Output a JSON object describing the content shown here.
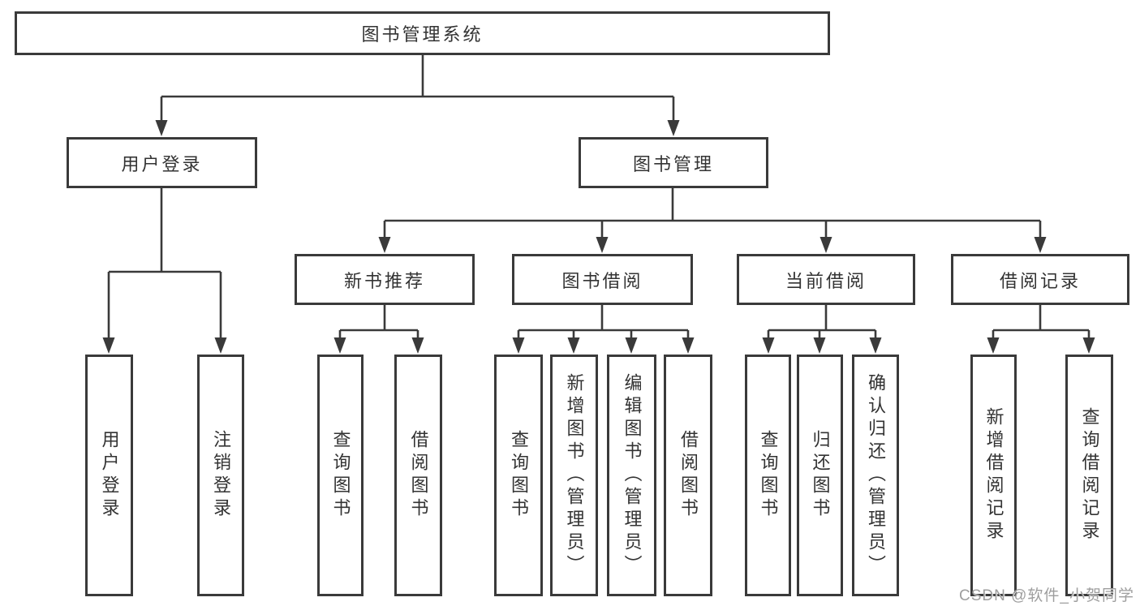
{
  "diagram": {
    "title": "图书管理系统",
    "root": {
      "label": "图书管理系统"
    },
    "level2": [
      {
        "label": "用户登录"
      },
      {
        "label": "图书管理"
      }
    ],
    "level3": [
      {
        "label": "新书推荐"
      },
      {
        "label": "图书借阅"
      },
      {
        "label": "当前借阅"
      },
      {
        "label": "借阅记录"
      }
    ],
    "groups": [
      {
        "parent": "用户登录",
        "children": [
          "用户登录",
          "注销登录"
        ]
      },
      {
        "parent": "新书推荐",
        "children": [
          "查询图书",
          "借阅图书"
        ]
      },
      {
        "parent": "图书借阅",
        "children": [
          "查询图书",
          "新增图书（管理员）",
          "编辑图书（管理员）",
          "借阅图书"
        ]
      },
      {
        "parent": "当前借阅",
        "children": [
          "查询图书",
          "归还图书",
          "确认归还（管理员）"
        ]
      },
      {
        "parent": "借阅记录",
        "children": [
          "新增借阅记录",
          "查询借阅记录"
        ]
      }
    ]
  },
  "colors": {
    "line": "#3a3a3a",
    "text": "#333333",
    "background": "#ffffff",
    "watermark": "#9e9e9e"
  },
  "watermark": {
    "text": "CSDN @软件_小贺同学"
  }
}
